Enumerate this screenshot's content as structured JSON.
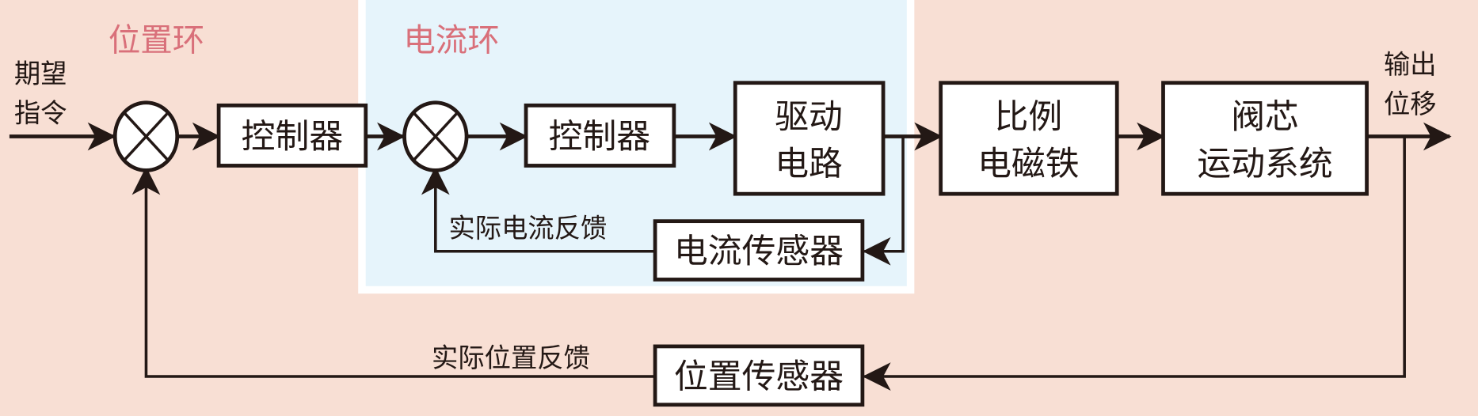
{
  "colors": {
    "background": "#f8dfd4",
    "current_loop_panel": "#e6f4fb",
    "loop_label": "#d9707a",
    "line": "#231815"
  },
  "labels": {
    "position_loop": "位置环",
    "current_loop": "电流环",
    "input_line1": "期望",
    "input_line2": "指令",
    "output_line1": "输出",
    "output_line2": "位移",
    "current_feedback": "实际电流反馈",
    "position_feedback": "实际位置反馈"
  },
  "blocks": {
    "controller1": "控制器",
    "controller2": "控制器",
    "drive_line1": "驱动",
    "drive_line2": "电路",
    "solenoid_line1": "比例",
    "solenoid_line2": "电磁铁",
    "valve_line1": "阀芯",
    "valve_line2": "运动系统",
    "current_sensor": "电流传感器",
    "position_sensor": "位置传感器"
  },
  "summing_junction_icon": "circle-x"
}
